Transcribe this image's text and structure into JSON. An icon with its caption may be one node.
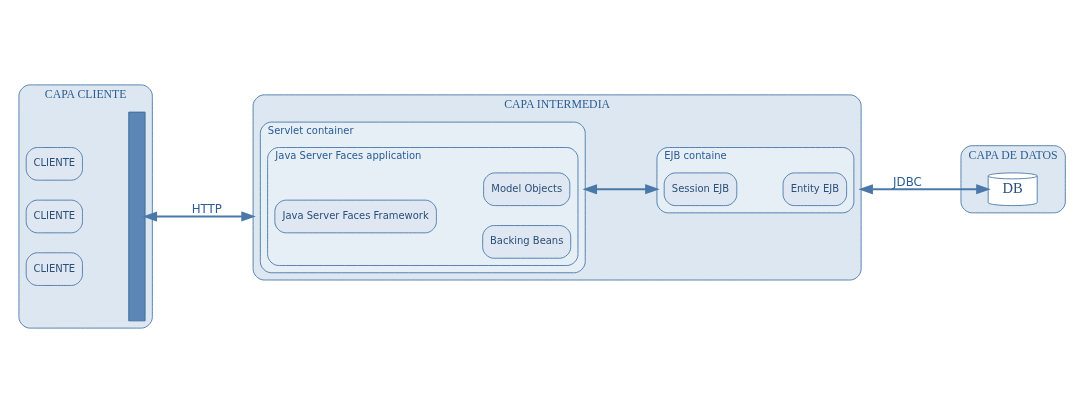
{
  "diagram": {
    "nodes": [
      {
        "text": [
          "CAPA CLIENTE"
        ]
      },
      {
        "text": [
          "CLIENTE"
        ],
        "in": 0
      },
      {
        "text": [
          "CLIENTE"
        ],
        "in": 0
      },
      {
        "text": [
          "CLIENTE"
        ],
        "in": 0
      },
      {
        "text": [],
        "shape": "bar",
        "in": 0
      },
      {
        "text": [
          "CAPA INTERMEDIA"
        ]
      },
      {
        "text": [
          "Servlet container"
        ],
        "in": 5
      },
      {
        "text": [
          "Java Server Faces application"
        ],
        "in": 6
      },
      {
        "text": [
          "Java Server Faces Framework"
        ],
        "in": 7
      },
      {
        "text": [
          "Backing Beans"
        ],
        "in": 7
      },
      {
        "text": [
          "Model Objects"
        ],
        "in": 7
      },
      {
        "text": [
          "EJB containe"
        ],
        "in": 5
      },
      {
        "text": [
          "Session EJB"
        ],
        "in": 11
      },
      {
        "text": [
          "Entity EJB"
        ],
        "in": 11
      },
      {
        "text": [
          "CAPA DE DATOS"
        ]
      },
      {
        "text": [
          "DB"
        ],
        "in": 14
      }
    ],
    "edges": [
      {
        "from": 4,
        "to": 5,
        "arrow": "both",
        "label": "HTTP"
      },
      {
        "from": 6,
        "to": 11,
        "arrow": "both"
      },
      {
        "from": 5,
        "to": 15,
        "arrow": "both",
        "label": "JDBC"
      }
    ]
  }
}
